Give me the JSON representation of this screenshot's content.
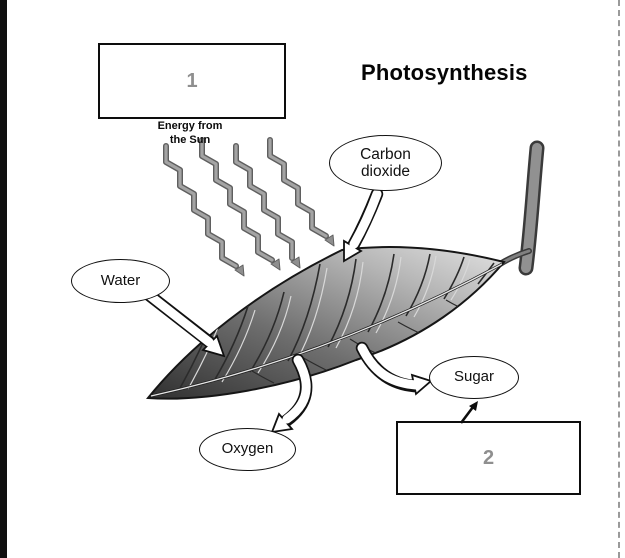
{
  "page": {
    "title": "Photosynthesis"
  },
  "diagram": {
    "box1": {
      "label": "1"
    },
    "box2": {
      "label": "2"
    },
    "energy_label": {
      "line1": "Energy from",
      "line2": "the Sun"
    },
    "ovals": {
      "water": "Water",
      "carbon_dioxide_line1": "Carbon",
      "carbon_dioxide_line2": "dioxide",
      "oxygen": "Oxygen",
      "sugar": "Sugar"
    },
    "colors": {
      "answer_number_gray": "#8f8f8f",
      "sun_ray_gray": "#9a9a9a",
      "outline_black": "#111111",
      "leaf_dark_gray": "#303030",
      "leaf_light_gray": "#e2e2e2"
    }
  }
}
